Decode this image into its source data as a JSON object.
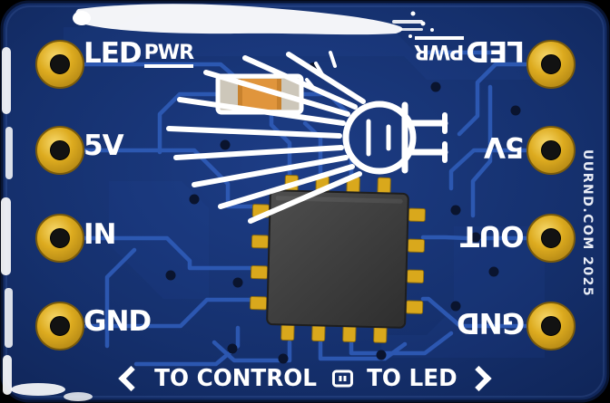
{
  "board": {
    "pins_left": [
      {
        "name": "LED",
        "sub": "PWR"
      },
      {
        "name": "5V"
      },
      {
        "name": "IN"
      },
      {
        "name": "GND"
      }
    ],
    "pins_right": [
      {
        "name": "LED",
        "sub": "PWR"
      },
      {
        "name": "5V"
      },
      {
        "name": "OUT"
      },
      {
        "name": "GND"
      }
    ],
    "bottom_banner": {
      "left_text": "TO CONTROL",
      "right_text": "TO LED"
    },
    "credit_text": "UURND.COM 2025",
    "colors": {
      "solder_mask": "#15306d",
      "trace_blue": "#2f5cb8",
      "silkscreen": "#ffffff",
      "pad_gold": "#d9a81c",
      "chip_body": "#3f3f3f",
      "resistor_center": "#e0953c"
    }
  }
}
